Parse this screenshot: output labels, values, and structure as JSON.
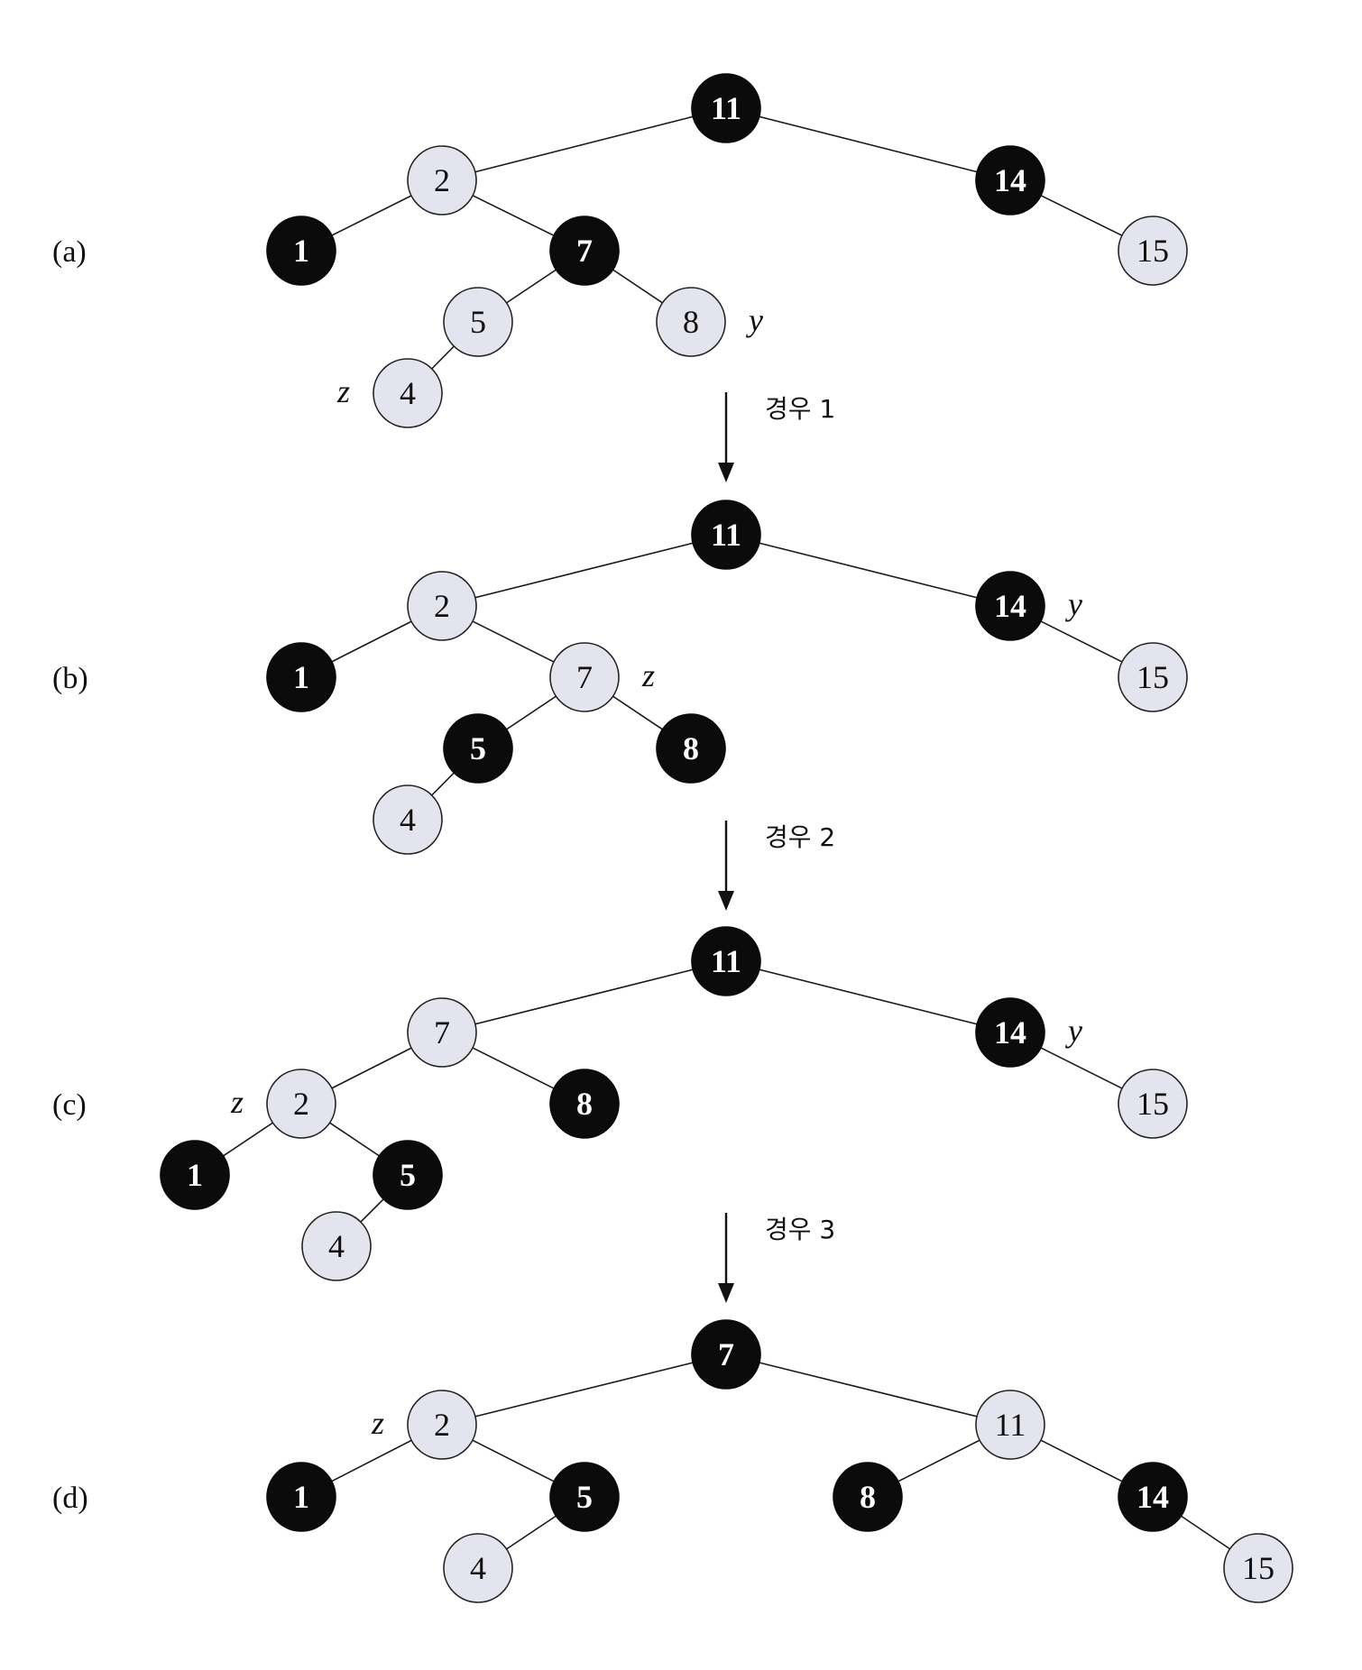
{
  "colors": {
    "red_node_fill": "#e4e4ee",
    "black_node_fill": "#0b0b0b",
    "background": "#ffffff"
  },
  "panels": [
    {
      "label": "(a)",
      "nodes": [
        {
          "id": "a11",
          "key": "11",
          "color": "black"
        },
        {
          "id": "a2",
          "key": "2",
          "color": "red"
        },
        {
          "id": "a14",
          "key": "14",
          "color": "black"
        },
        {
          "id": "a1",
          "key": "1",
          "color": "black"
        },
        {
          "id": "a7",
          "key": "7",
          "color": "black"
        },
        {
          "id": "a15",
          "key": "15",
          "color": "red"
        },
        {
          "id": "a5",
          "key": "5",
          "color": "red"
        },
        {
          "id": "a8",
          "key": "8",
          "color": "red",
          "tag": "y"
        },
        {
          "id": "a4",
          "key": "4",
          "color": "red",
          "tag": "z"
        }
      ],
      "edges": [
        [
          "a11",
          "a2"
        ],
        [
          "a11",
          "a14"
        ],
        [
          "a2",
          "a1"
        ],
        [
          "a2",
          "a7"
        ],
        [
          "a14",
          "a15"
        ],
        [
          "a7",
          "a5"
        ],
        [
          "a7",
          "a8"
        ],
        [
          "a5",
          "a4"
        ]
      ]
    },
    {
      "label": "(b)",
      "nodes": [
        {
          "id": "b11",
          "key": "11",
          "color": "black"
        },
        {
          "id": "b2",
          "key": "2",
          "color": "red"
        },
        {
          "id": "b14",
          "key": "14",
          "color": "black",
          "tag": "y"
        },
        {
          "id": "b1",
          "key": "1",
          "color": "black"
        },
        {
          "id": "b7",
          "key": "7",
          "color": "red",
          "tag": "z"
        },
        {
          "id": "b15",
          "key": "15",
          "color": "red"
        },
        {
          "id": "b5",
          "key": "5",
          "color": "black"
        },
        {
          "id": "b8",
          "key": "8",
          "color": "black"
        },
        {
          "id": "b4",
          "key": "4",
          "color": "red"
        }
      ],
      "edges": [
        [
          "b11",
          "b2"
        ],
        [
          "b11",
          "b14"
        ],
        [
          "b2",
          "b1"
        ],
        [
          "b2",
          "b7"
        ],
        [
          "b14",
          "b15"
        ],
        [
          "b7",
          "b5"
        ],
        [
          "b7",
          "b8"
        ],
        [
          "b5",
          "b4"
        ]
      ]
    },
    {
      "label": "(c)",
      "nodes": [
        {
          "id": "c11",
          "key": "11",
          "color": "black"
        },
        {
          "id": "c7",
          "key": "7",
          "color": "red"
        },
        {
          "id": "c14",
          "key": "14",
          "color": "black",
          "tag": "y"
        },
        {
          "id": "c2",
          "key": "2",
          "color": "red",
          "tag": "z"
        },
        {
          "id": "c8",
          "key": "8",
          "color": "black"
        },
        {
          "id": "c15",
          "key": "15",
          "color": "red"
        },
        {
          "id": "c1",
          "key": "1",
          "color": "black"
        },
        {
          "id": "c5",
          "key": "5",
          "color": "black"
        },
        {
          "id": "c4",
          "key": "4",
          "color": "red"
        }
      ],
      "edges": [
        [
          "c11",
          "c7"
        ],
        [
          "c11",
          "c14"
        ],
        [
          "c7",
          "c2"
        ],
        [
          "c7",
          "c8"
        ],
        [
          "c14",
          "c15"
        ],
        [
          "c2",
          "c1"
        ],
        [
          "c2",
          "c5"
        ],
        [
          "c5",
          "c4"
        ]
      ]
    },
    {
      "label": "(d)",
      "nodes": [
        {
          "id": "d7",
          "key": "7",
          "color": "black"
        },
        {
          "id": "d2",
          "key": "2",
          "color": "red",
          "tag": "z"
        },
        {
          "id": "d11",
          "key": "11",
          "color": "red"
        },
        {
          "id": "d1",
          "key": "1",
          "color": "black"
        },
        {
          "id": "d5",
          "key": "5",
          "color": "black"
        },
        {
          "id": "d8",
          "key": "8",
          "color": "black"
        },
        {
          "id": "d14",
          "key": "14",
          "color": "black"
        },
        {
          "id": "d4",
          "key": "4",
          "color": "red"
        },
        {
          "id": "d15",
          "key": "15",
          "color": "red"
        }
      ],
      "edges": [
        [
          "d7",
          "d2"
        ],
        [
          "d7",
          "d11"
        ],
        [
          "d2",
          "d1"
        ],
        [
          "d2",
          "d5"
        ],
        [
          "d11",
          "d8"
        ],
        [
          "d11",
          "d14"
        ],
        [
          "d5",
          "d4"
        ],
        [
          "d14",
          "d15"
        ]
      ]
    }
  ],
  "transitions": [
    {
      "label": "경우 1"
    },
    {
      "label": "경우 2"
    },
    {
      "label": "경우 3"
    }
  ]
}
